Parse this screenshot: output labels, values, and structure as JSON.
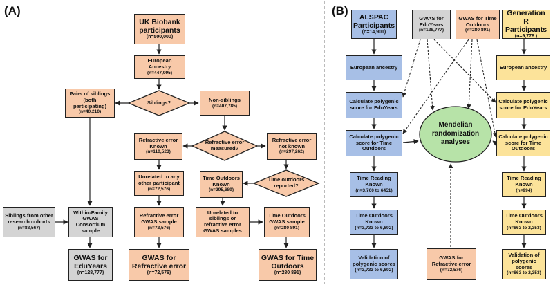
{
  "panel_a": {
    "label": "(A)",
    "nodes": {
      "ukb": {
        "title": "UK Biobank participants",
        "sub": "(n=500,000)"
      },
      "european_a": {
        "title": "European Ancestry",
        "sub": "(n=447,995)"
      },
      "siblings_q": {
        "title": "Siblings?",
        "sub": ""
      },
      "pairs": {
        "title": "Pairs of siblings (both participating)",
        "sub": "(n=40,210)"
      },
      "nonsib": {
        "title": "Non-siblings",
        "sub": "(n=407,785)"
      },
      "re_measured_q": {
        "title": "Refractive error measured?",
        "sub": ""
      },
      "re_known": {
        "title": "Refractive error Known",
        "sub": "(n=110,523)"
      },
      "re_notknown": {
        "title": "Refractive error not known",
        "sub": "(n=297,262)"
      },
      "unrelated": {
        "title": "Unrelated to any other participant",
        "sub": "(n=72,576)"
      },
      "to_reported_q": {
        "title": "Time outdoors reported?",
        "sub": ""
      },
      "to_known_a": {
        "title": "Time Outdoors Known",
        "sub": "(n=295,689)"
      },
      "other_cohorts": {
        "title": "Siblings from other research cohorts",
        "sub": "(n=88,567)"
      },
      "within_family": {
        "title": "Within-Family GWAS Consortium sample",
        "sub": ""
      },
      "re_gwas_sample": {
        "title": "Refractive error GWAS sample",
        "sub": "(n=72,576)"
      },
      "unrelated_sib": {
        "title": "Unrelated to siblings or refractive error GWAS samples",
        "sub": ""
      },
      "to_gwas_sample": {
        "title": "Time Outdoors GWAS sample",
        "sub": "(n=280 891)"
      },
      "gwas_edu_a": {
        "title": "GWAS for EduYears",
        "sub": "(n=128,777)"
      },
      "gwas_re_a": {
        "title": "GWAS for Refractive error",
        "sub": "(n=72,576)"
      },
      "gwas_to_a": {
        "title": "GWAS for Time Outdoors",
        "sub": "(n=280 891)"
      }
    }
  },
  "panel_b": {
    "label": "(B)",
    "nodes": {
      "alspac": {
        "title": "ALSPAC Participants",
        "sub": "(n=14,901)"
      },
      "gwas_edu_b": {
        "title": "GWAS for EduYears",
        "sub": "(n=128,777)"
      },
      "gwas_to_b": {
        "title": "GWAS for Time Outdoors",
        "sub": "(n=280 891)"
      },
      "genr": {
        "title": "Generation R Participants",
        "sub": "(n=9,778 )"
      },
      "eur_alspac": {
        "title": "European ancestry",
        "sub": ""
      },
      "eur_genr": {
        "title": "European ancestry",
        "sub": ""
      },
      "pgs_edu_alspac": {
        "title": "Calculate polygenic score for EduYears",
        "sub": ""
      },
      "pgs_edu_genr": {
        "title": "Calculate polygenic score for EduYears",
        "sub": ""
      },
      "pgs_to_alspac": {
        "title": "Calculate polygenic score for Time Outdoors",
        "sub": ""
      },
      "pgs_to_genr": {
        "title": "Calculate polygenic score for Time Outdoors",
        "sub": ""
      },
      "mr": {
        "title": "Mendelian randomization analyses",
        "sub": ""
      },
      "tr_alspac": {
        "title": "Time Reading Known",
        "sub": "(n=3,760 to 6451)"
      },
      "tr_genr": {
        "title": "Time Reading Known",
        "sub": "(n=994)"
      },
      "to_alspac": {
        "title": "Time Outdoors Known",
        "sub": "(n=3,733 to 6,692)"
      },
      "to_genr": {
        "title": "Time Outdoors Known",
        "sub": "(n=863 to 2,353)"
      },
      "val_alspac": {
        "title": "Validation of polygenic scores",
        "sub": "(n=3,733 to 6,692)"
      },
      "gwas_re_b": {
        "title": "GWAS for Refractive error",
        "sub": "(n=72,576)"
      },
      "val_genr": {
        "title": "Validation of polygenic scores",
        "sub": "(n=863 to 2,353)"
      }
    }
  },
  "colors": {
    "peach": "#f8c9a9",
    "blue": "#a7bfe6",
    "yellow": "#fce39a",
    "grey": "#d4d4d4",
    "circle": "#b7e3a8",
    "line": "#222222"
  }
}
